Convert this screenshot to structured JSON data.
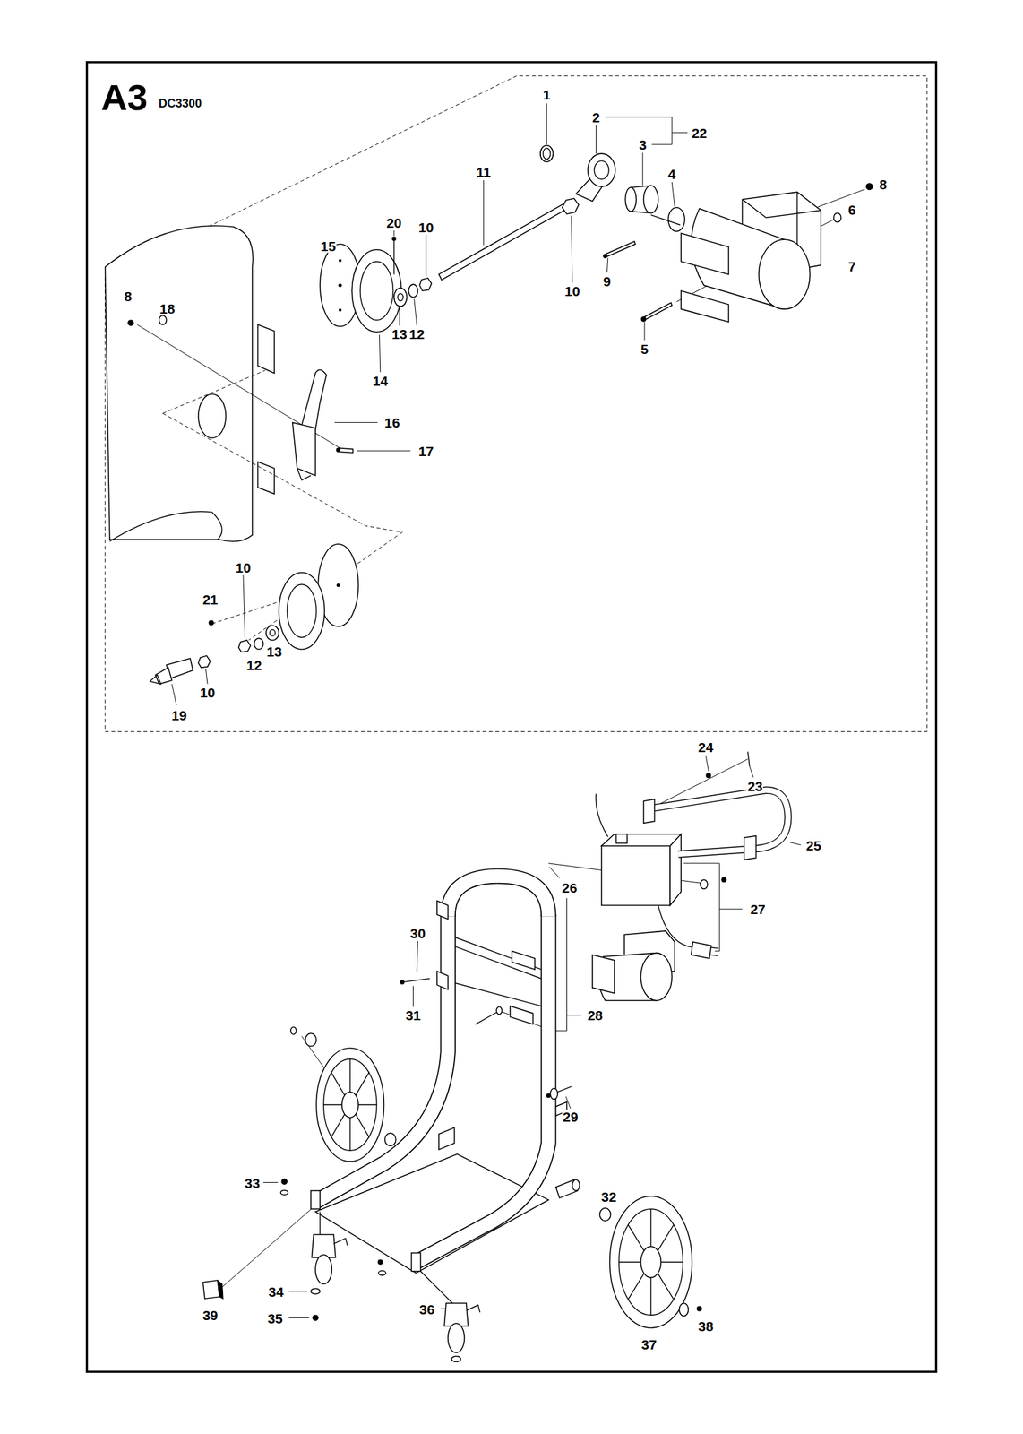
{
  "diagram": {
    "title": "A3",
    "labels": [
      "DC3300",
      "1",
      "2",
      "22",
      "3",
      "8",
      "11",
      "4",
      "6",
      "20",
      "10",
      "15",
      "7",
      "9",
      "10",
      "8",
      "18",
      "12",
      "13",
      "5",
      "14",
      "16",
      "17",
      "10",
      "21",
      "13",
      "12",
      "10",
      "19",
      "24",
      "23",
      "25",
      "26",
      "27",
      "30",
      "28",
      "31",
      "29",
      "33",
      "32",
      "34",
      "39",
      "36",
      "37",
      "35",
      "38"
    ]
  }
}
